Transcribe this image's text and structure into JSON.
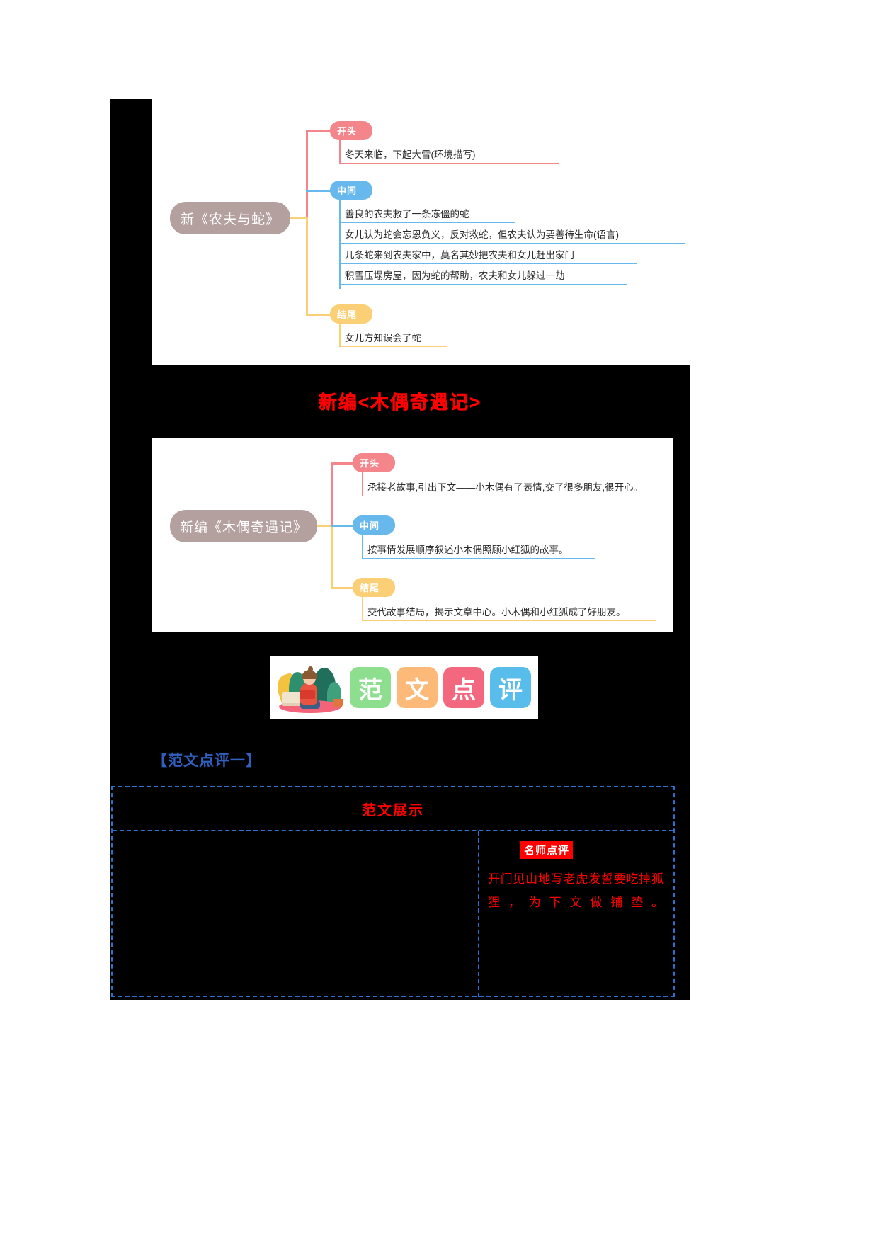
{
  "mindmap1": {
    "root": "新《农夫与蛇》",
    "branches": [
      {
        "label": "开头",
        "color": "#f4858a",
        "items": [
          "冬天来临，下起大雪(环境描写)"
        ]
      },
      {
        "label": "中间",
        "color": "#67b8ec",
        "items": [
          "善良的农夫救了一条冻僵的蛇",
          "女儿认为蛇会忘恩负义，反对救蛇，但农夫认为要善待生命(语言)",
          "几条蛇来到农夫家中，莫名其妙把农夫和女儿赶出家门",
          "积雪压塌房屋，因为蛇的帮助，农夫和女儿躲过一劫"
        ]
      },
      {
        "label": "结尾",
        "color": "#fbcf76",
        "items": [
          "女儿方知误会了蛇"
        ]
      }
    ]
  },
  "section_title": "新编<木偶奇遇记>",
  "mindmap2": {
    "root": "新编《木偶奇遇记》",
    "branches": [
      {
        "label": "开头",
        "color": "#f4858a",
        "items": [
          "承接老故事,引出下文——小木偶有了表情,交了很多朋友,很开心。"
        ]
      },
      {
        "label": "中间",
        "color": "#67b8ec",
        "items": [
          "按事情发展顺序叙述小木偶照顾小红狐的故事。"
        ]
      },
      {
        "label": "结尾",
        "color": "#fbcf76",
        "items": [
          "交代故事结局，揭示文章中心。小木偶和小红狐成了好朋友。"
        ]
      }
    ]
  },
  "banner": {
    "illustration": "girl-reading-illustration",
    "tiles": [
      {
        "char": "范",
        "color": "#8ede8f"
      },
      {
        "char": "文",
        "color": "#fcb977"
      },
      {
        "char": "点",
        "color": "#f4687f"
      },
      {
        "char": "评",
        "color": "#59bdec"
      }
    ]
  },
  "section_heading": "【范文点评一】",
  "table": {
    "header": "范文展示",
    "left_cell": "",
    "right_cell": {
      "badge": "名师点评",
      "text": "开门见山地写老虎发誓要吃掉狐狸，为下文做铺垫。"
    }
  },
  "colors": {
    "red": "#ff0000",
    "blue_heading": "#2f5fbf",
    "dashed_border": "#2f6fd0",
    "root_node": "#b5a0a0",
    "branch_start": "#f4858a",
    "branch_mid": "#67b8ec",
    "branch_end": "#fbcf76",
    "page_black": "#000000"
  }
}
